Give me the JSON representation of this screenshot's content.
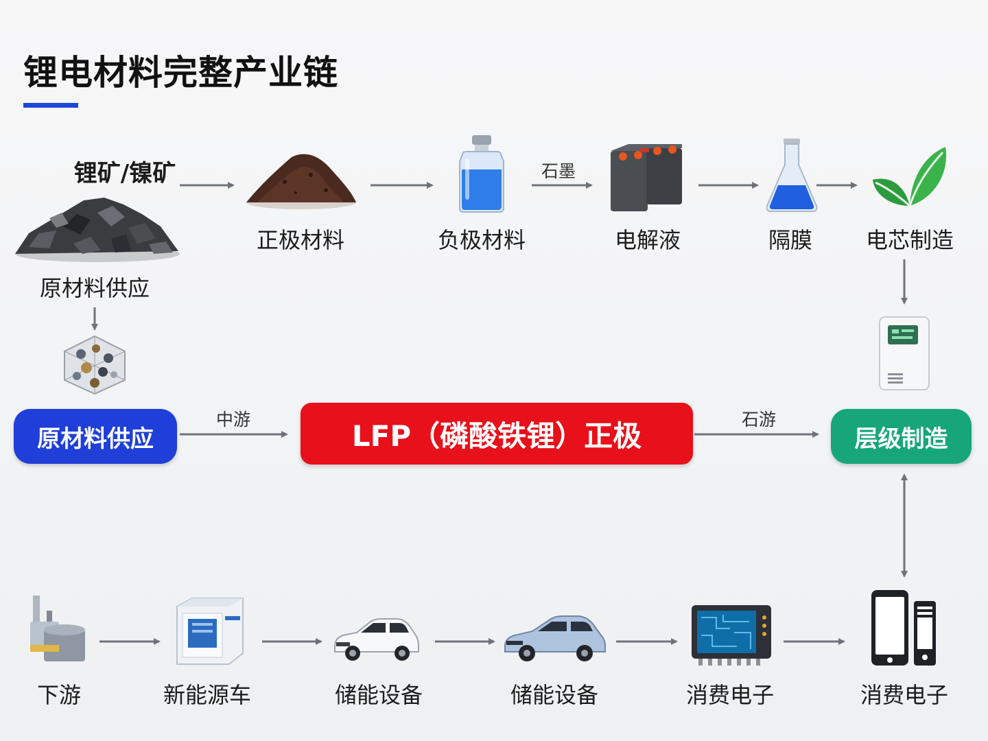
{
  "title": "锂电材料完整产业链",
  "colors": {
    "accent_blue": "#1f3fd8",
    "accent_red": "#e8101a",
    "accent_green": "#16a679",
    "arrow": "#6f7378"
  },
  "top_row": {
    "ore_label": "锂矿/镍矿",
    "raw_supply_label": "原材料供应",
    "cathode_label": "正极材料",
    "anode_label": "负极材料",
    "graphite_label": "石墨",
    "electrolyte_label": "电解液",
    "separator_label": "隔膜",
    "cell_label": "电芯制造"
  },
  "middle_row": {
    "raw_supply_pill": "原材料供应",
    "midstream_label": "中游",
    "lfp_pill": "LFP（磷酸铁锂）正极",
    "stone_label": "石游",
    "level_pill": "层级制造"
  },
  "bottom_row": {
    "items": [
      {
        "label": "下游",
        "icon": "machine-icon"
      },
      {
        "label": "新能源车",
        "icon": "battery-pack-icon"
      },
      {
        "label": "储能设备",
        "icon": "white-car-icon"
      },
      {
        "label": "储能设备",
        "icon": "blue-car-icon"
      },
      {
        "label": "消费电子",
        "icon": "circuit-board-icon"
      },
      {
        "label": "消费电子",
        "icon": "phone-icon"
      }
    ]
  }
}
